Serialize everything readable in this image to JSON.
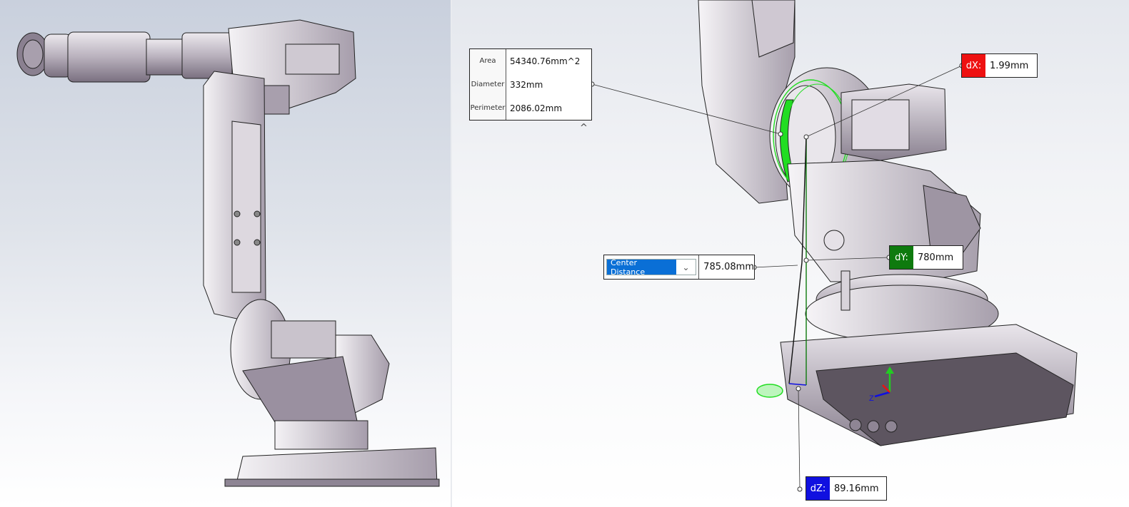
{
  "measure": {
    "area_label": "Area",
    "area_value": "54340.76mm^2",
    "diameter_label": "Diameter",
    "diameter_value": "332mm",
    "perimeter_label": "Perimeter",
    "perimeter_value": "2086.02mm",
    "collapse_glyph": "^"
  },
  "dx": {
    "label": "dX:",
    "value": "1.99mm",
    "color": "#ee1111"
  },
  "dy": {
    "label": "dY:",
    "value": "780mm",
    "color": "#0e7a0e"
  },
  "dz": {
    "label": "dZ:",
    "value": "89.16mm",
    "color": "#1010e0"
  },
  "center_distance": {
    "mode_label": "Center Distance",
    "caret_icon": "chevron-down-icon",
    "value": "785.08mm"
  },
  "triad": {
    "z_label": "Z",
    "x_color": "#ee1111",
    "y_color": "#22cc22",
    "z_color": "#1010e0"
  },
  "colors": {
    "selection": "#22dd22",
    "model": "#bdb6c0"
  }
}
